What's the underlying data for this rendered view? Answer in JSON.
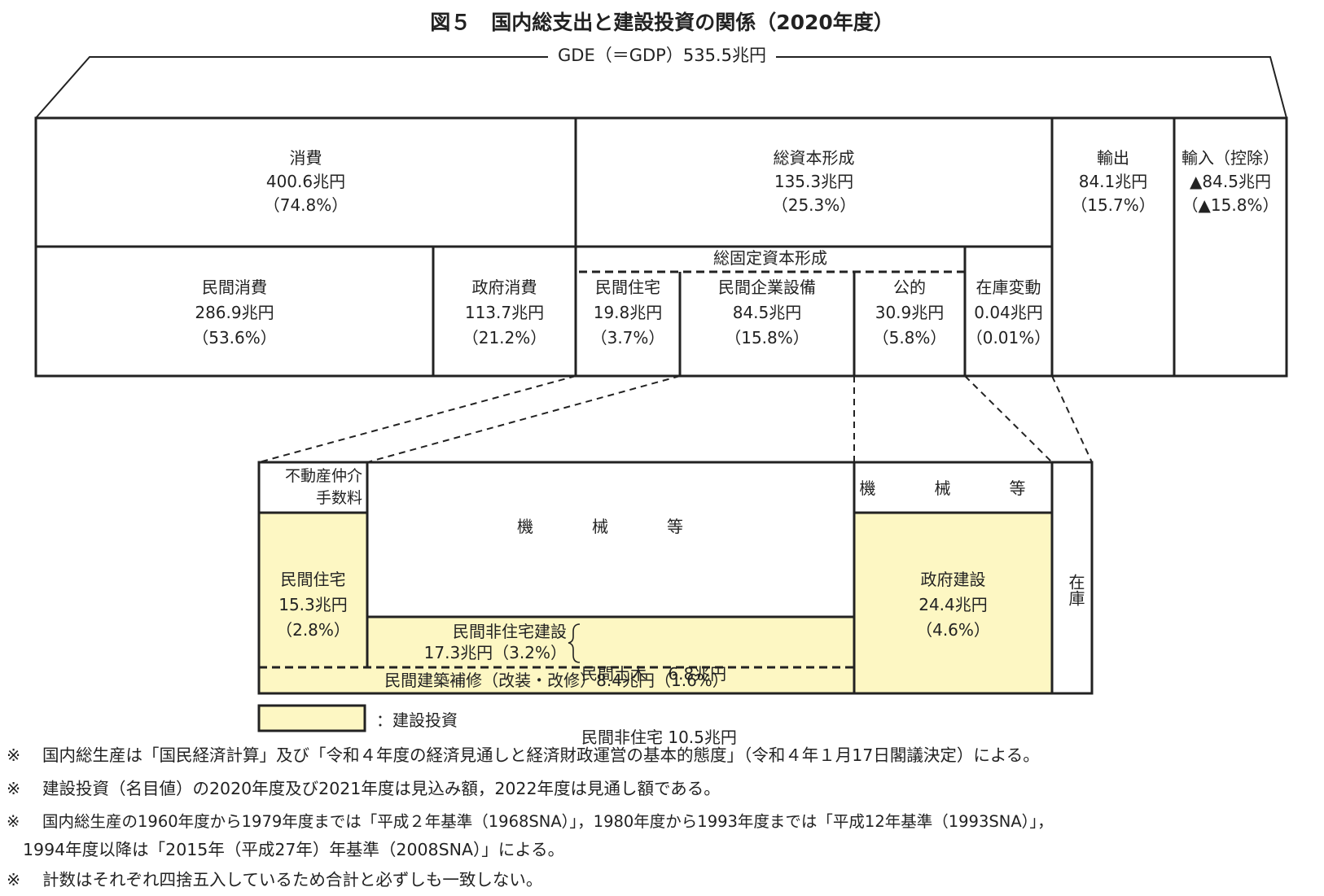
{
  "title": "図５　国内総支出と建設投資の関係（2020年度）",
  "gde_label": "GDE（＝GDP）535.5兆円",
  "top": {
    "consumption": {
      "label": "消費",
      "value": "400.6兆円",
      "pct": "（74.8%）"
    },
    "gross_capital": {
      "label": "総資本形成",
      "value": "135.3兆円",
      "pct": "（25.3%）"
    },
    "exports": {
      "label": "輸出",
      "value": "84.1兆円",
      "pct": "（15.7%）"
    },
    "imports": {
      "label": "輸入（控除）",
      "value": "▲84.5兆円",
      "pct": "（▲15.8%）"
    },
    "private_consumption": {
      "label": "民間消費",
      "value": "286.9兆円",
      "pct": "（53.6%）"
    },
    "gov_consumption": {
      "label": "政府消費",
      "value": "113.7兆円",
      "pct": "（21.2%）"
    },
    "fixed_capital_label": "総固定資本形成",
    "private_housing": {
      "label": "民間住宅",
      "value": "19.8兆円",
      "pct": "（3.7%）"
    },
    "private_equipment": {
      "label": "民間企業設備",
      "value": "84.5兆円",
      "pct": "（15.8%）"
    },
    "public": {
      "label": "公的",
      "value": "30.9兆円",
      "pct": "（5.8%）"
    },
    "inventory": {
      "label": "在庫変動",
      "value": "0.04兆円",
      "pct": "（0.01%）"
    }
  },
  "bottom": {
    "brokerage": {
      "line1": "不動産仲介",
      "line2": "手数料"
    },
    "machinery_left": "機　械　等",
    "machinery_right": "機　械　等",
    "private_housing": {
      "label": "民間住宅",
      "value": "15.3兆円",
      "pct": "（2.8%）"
    },
    "non_residential": {
      "label": "民間非住宅建設",
      "value": "17.3兆円（3.2%）",
      "civil": "民間土木　 6.8兆円",
      "nonres": "民間非住宅 10.5兆円"
    },
    "repair": "民間建築補修（改装・改修）8.4兆円（1.6%）",
    "gov_construction": {
      "label": "政府建設",
      "value": "24.4兆円",
      "pct": "（4.6%）"
    },
    "inventory": "在庫"
  },
  "legend": {
    "label": "：建設投資",
    "color": "#fdf7c3"
  },
  "notes": [
    {
      "mark": "※",
      "text": "国内総生産は「国民経済計算」及び「令和４年度の経済見通しと経済財政運営の基本的態度」（令和４年１月17日閣議決定）による。"
    },
    {
      "mark": "※",
      "text": "建設投資（名目値）の2020年度及び2021年度は見込み額，2022年度は見通し額である。"
    },
    {
      "mark": "※",
      "text": "国内総生産の1960年度から1979年度までは「平成２年基準（1968SNA）」，1980年度から1993年度までは「平成12年基準（1993SNA）」，"
    },
    {
      "mark": "",
      "text": "1994年度以降は「2015年（平成27年）年基準（2008SNA）」による。"
    },
    {
      "mark": "※",
      "text": "計数はそれぞれ四捨五入しているため合計と必ずしも一致しない。"
    }
  ]
}
